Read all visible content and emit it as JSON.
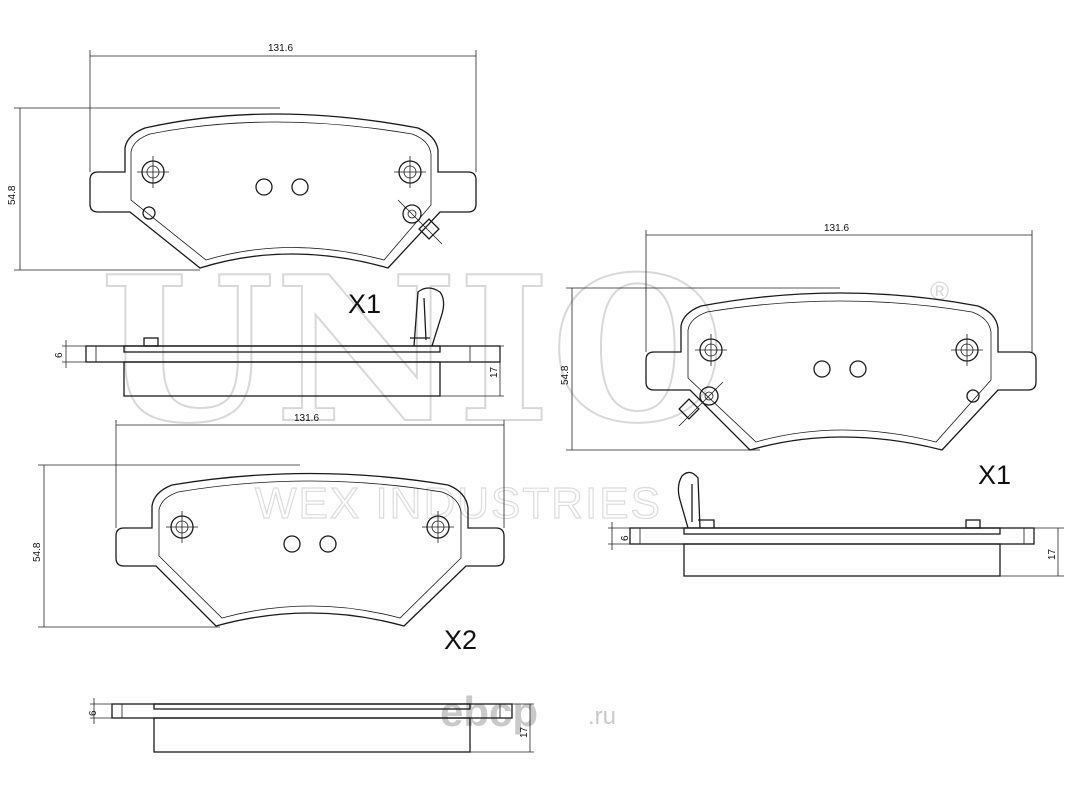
{
  "watermark": {
    "brand": "UNIO",
    "registered": "®",
    "company": "WEX INDUSTRIES",
    "site_main": "ebcp",
    "site_suffix": ".ru"
  },
  "views": {
    "top_left": {
      "width_dim": "131.6",
      "height_dim": "54.8",
      "label": "X1",
      "side_thickness_dim": "6",
      "side_height_dim": "17"
    },
    "right": {
      "width_dim": "131.6",
      "height_dim": "54.8",
      "label": "X1",
      "side_thickness_dim": "6",
      "side_height_dim": "17"
    },
    "bottom_left": {
      "width_dim": "131.6",
      "height_dim": "54.8",
      "label": "X2",
      "side_thickness_dim": "6",
      "side_height_dim": "17"
    }
  }
}
